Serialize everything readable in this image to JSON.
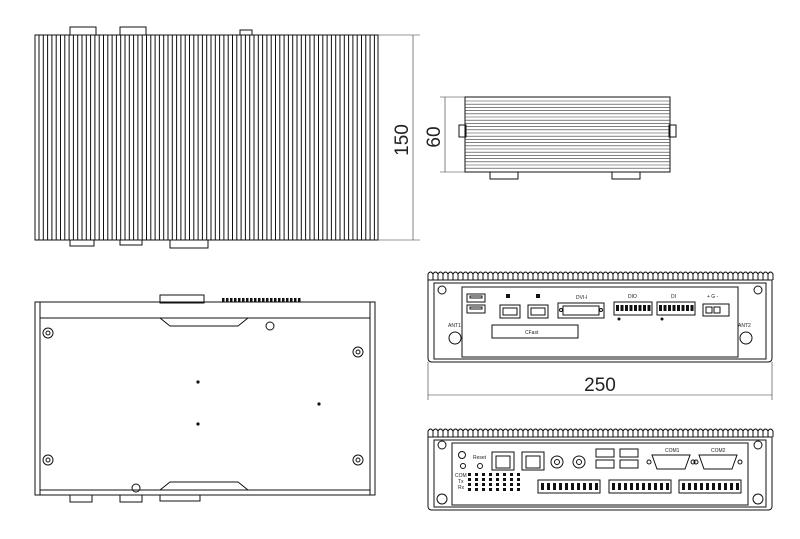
{
  "dimensions": {
    "depth": "150",
    "height": "60",
    "width": "250"
  },
  "io_labels": {
    "ant1": "ANT1",
    "ant2": "ANT2",
    "dvi": "DVI-I",
    "dio": "DIO",
    "di": "DI",
    "cfast": "CFast",
    "reset": "Reset",
    "com": "COM",
    "tx": "Tx",
    "rx": "Rx",
    "com1": "COM1",
    "com2": "COM2"
  },
  "colors": {
    "line": "#111111",
    "background": "#ffffff"
  }
}
